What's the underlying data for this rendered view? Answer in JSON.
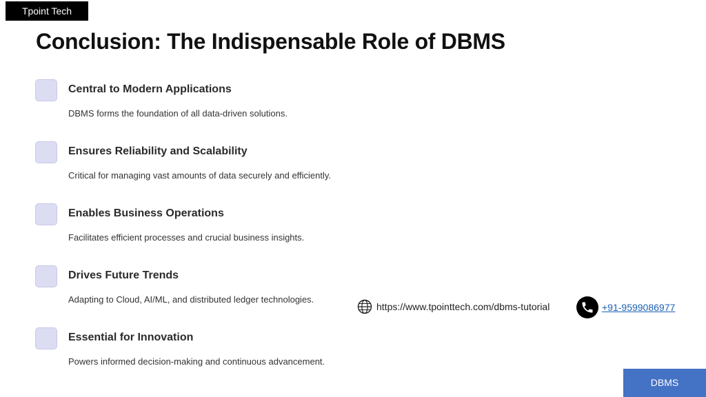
{
  "header": {
    "brand": "Tpoint Tech"
  },
  "title": "Conclusion: The Indispensable Role of DBMS",
  "items": [
    {
      "title": "Central to Modern Applications",
      "description": "DBMS forms the foundation of all data-driven solutions."
    },
    {
      "title": "Ensures Reliability and Scalability",
      "description": "Critical for managing vast amounts of data securely and efficiently."
    },
    {
      "title": "Enables Business Operations",
      "description": "Facilitates efficient processes and crucial business insights."
    },
    {
      "title": "Drives Future Trends",
      "description": "Adapting to Cloud, AI/ML, and distributed ledger technologies."
    },
    {
      "title": "Essential for Innovation",
      "description": "Powers informed decision-making and continuous advancement."
    }
  ],
  "contact": {
    "website": "https://www.tpointtech.com/dbms-tutorial",
    "phone": "+91-9599086977",
    "website_icon": "globe-icon",
    "phone_icon": "phone-icon"
  },
  "footer": {
    "badge": "DBMS"
  },
  "colors": {
    "accent": "#4472c4",
    "item_box": "#dcdcf3",
    "link": "#1a5fb4"
  }
}
